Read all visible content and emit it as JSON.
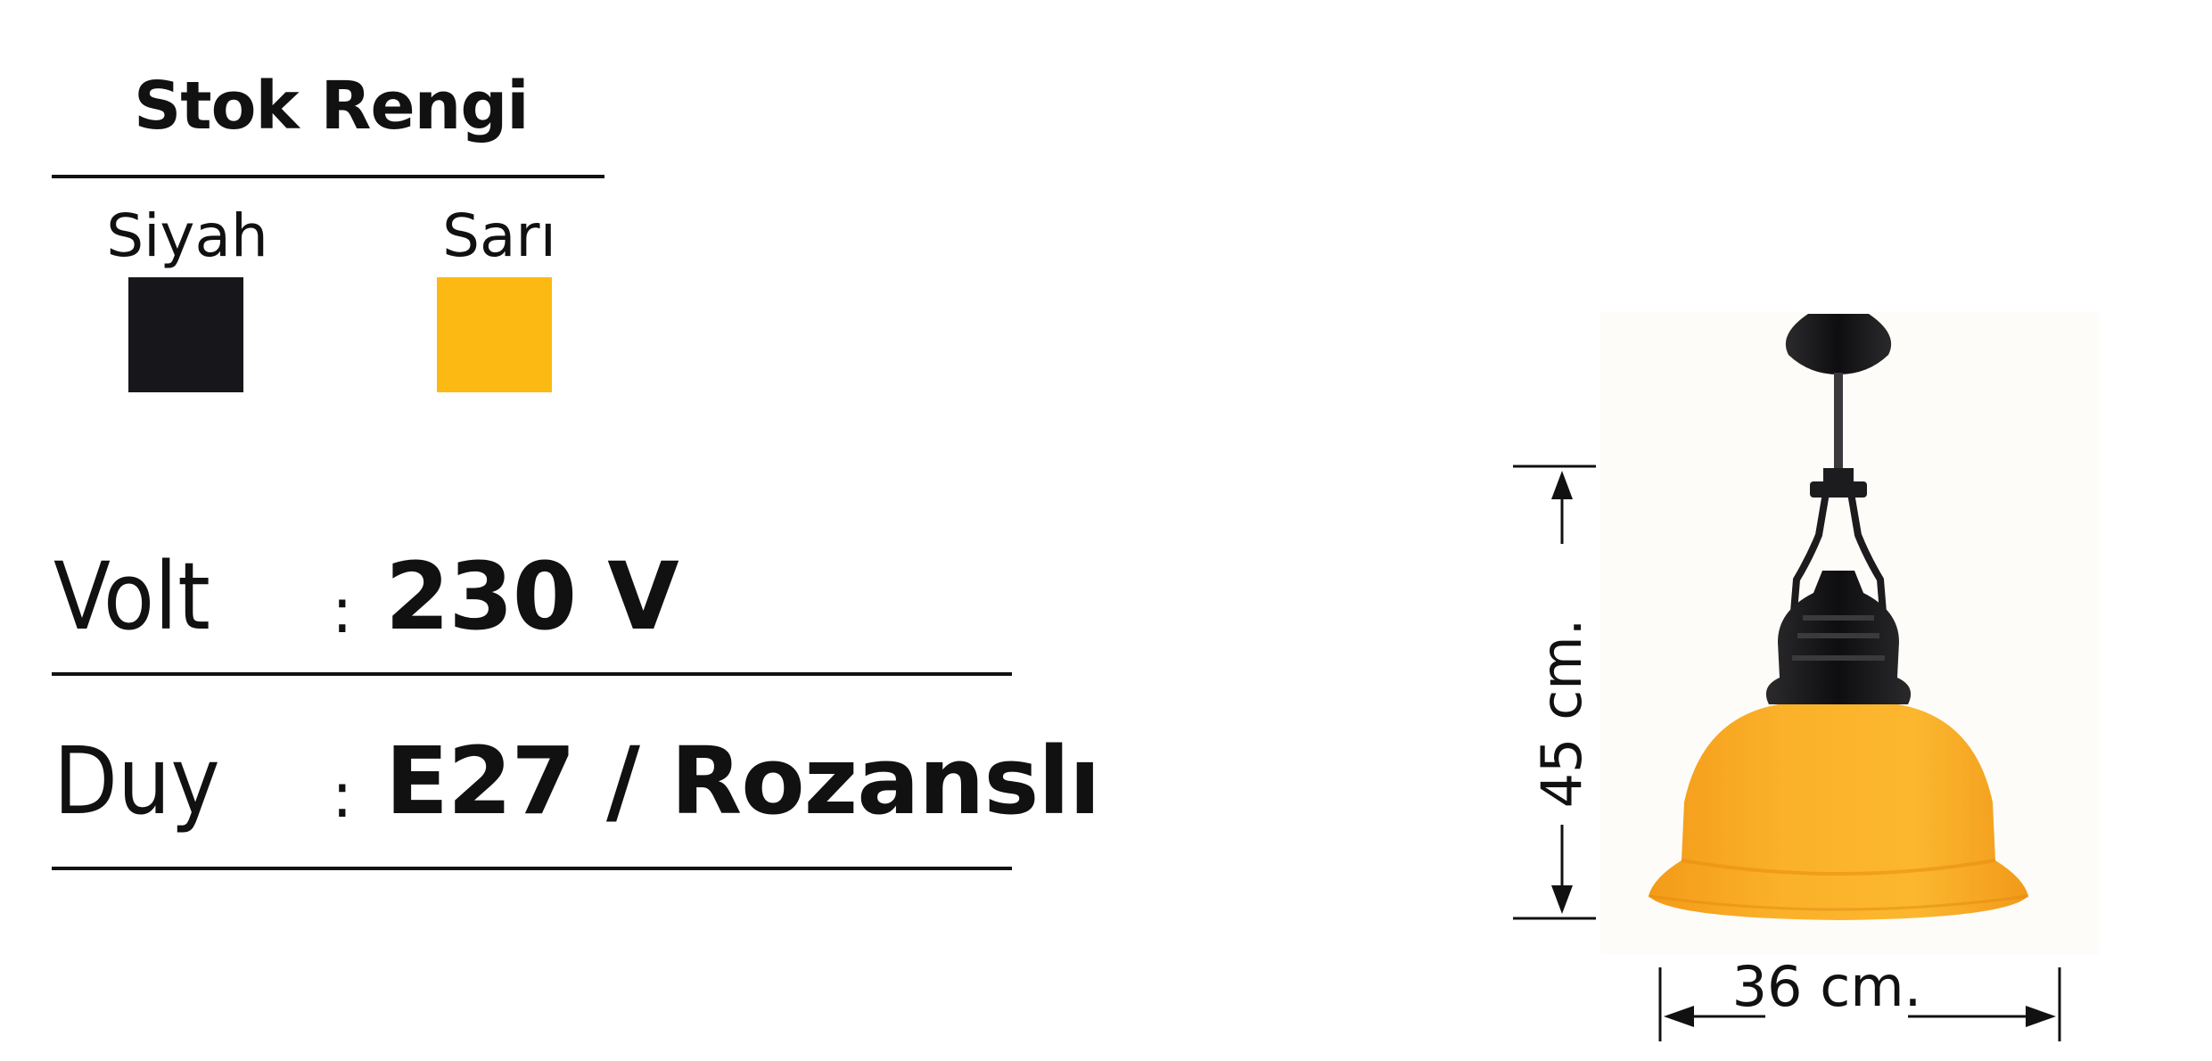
{
  "stock": {
    "title": "Stok Rengi",
    "colors": [
      {
        "name": "Siyah",
        "hex": "#17161b"
      },
      {
        "name": "Sarı",
        "hex": "#fdb913"
      }
    ]
  },
  "specs": [
    {
      "label": "Volt",
      "separator": ":",
      "value": "230 V"
    },
    {
      "label": "Duy",
      "separator": ":",
      "value": "E27 / Rozanslı"
    }
  ],
  "dimensions": {
    "height": "45 cm.",
    "width": "36 cm."
  },
  "product": {
    "shade_color": "#fbb12a",
    "metal_color": "#1c1b1d"
  }
}
